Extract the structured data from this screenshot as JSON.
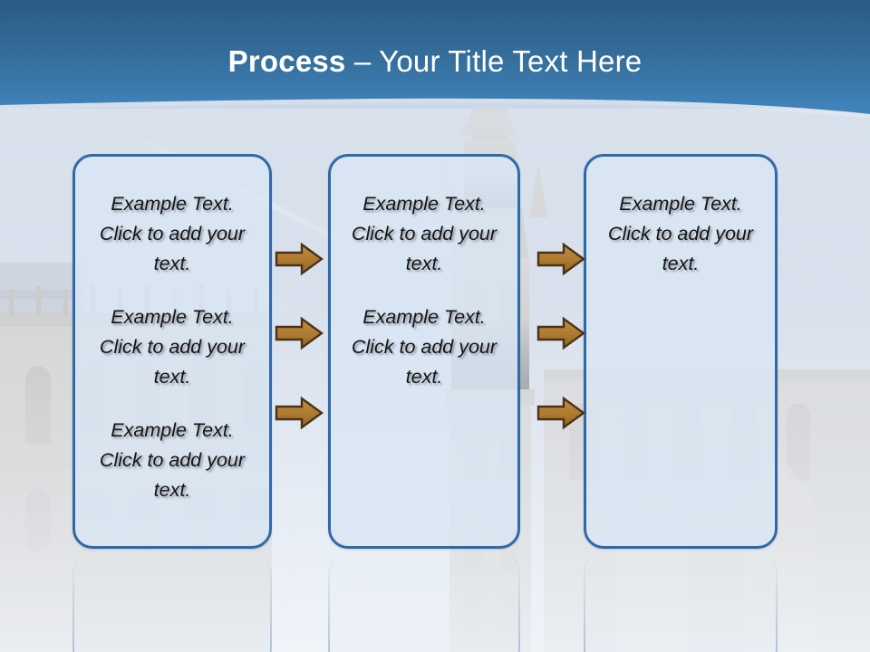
{
  "slide": {
    "title": {
      "strong": "Process",
      "rest": " – Your Title Text Here"
    },
    "colors": {
      "header_top": "#2d5f8a",
      "header_bottom": "#4084bd",
      "box_border": "#2f6aa8",
      "box_fill": "#dae6f4",
      "arrow_fill": "#b07b32",
      "arrow_outline": "#4a3218",
      "text": "#141414",
      "title_text": "#ffffff",
      "sky": "#ccd8e7"
    },
    "boxes": [
      {
        "name": "process-box-1",
        "paragraphs": [
          "Example Text. Click  to add your text.",
          "Example Text. Click  to add your text.",
          "Example Text. Click  to add your text."
        ]
      },
      {
        "name": "process-box-2",
        "paragraphs": [
          "Example Text. Click  to add your text.",
          "Example Text. Click  to add your text."
        ]
      },
      {
        "name": "process-box-3",
        "paragraphs": [
          "Example Text. Click  to add your text."
        ]
      }
    ],
    "arrows": {
      "icon": "right-block-arrow-icon",
      "columns": 2,
      "rows_per_column": 3,
      "count": 6
    },
    "background": {
      "photo": "munich-gothic-cityscape",
      "reflection": "mirrored-boxes-reflection"
    }
  }
}
